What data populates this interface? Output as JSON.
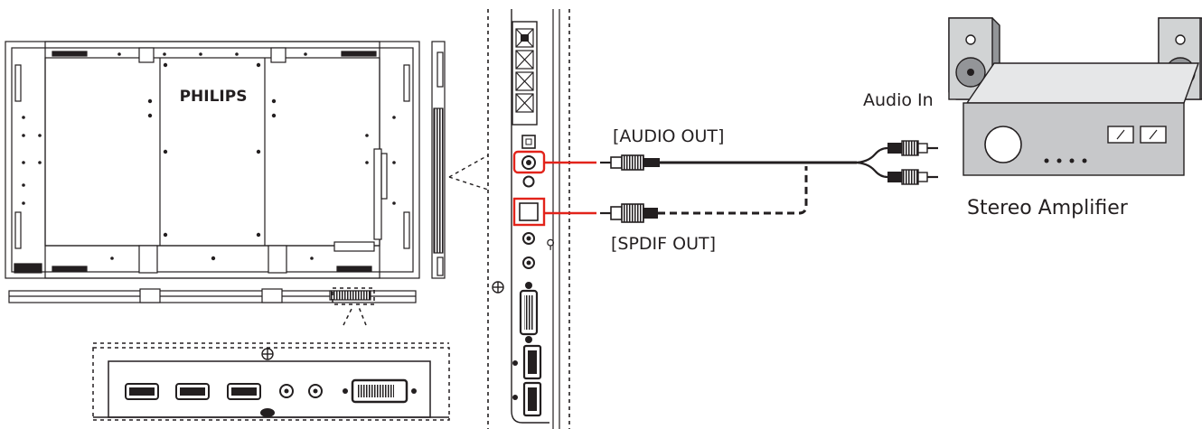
{
  "brand": {
    "logo_text": "PHILIPS"
  },
  "labels": {
    "audio_out": "[AUDIO OUT]",
    "spdif_out": "[SPDIF OUT]",
    "audio_in": "Audio In",
    "amplifier": "Stereo Amplifier"
  },
  "colors": {
    "line": "#231f20",
    "highlight_red": "#e2231a",
    "amp_gray": "#c7c8ca",
    "amp_dark": "#939598",
    "speaker_light": "#d1d3d4"
  },
  "icons": [
    "ground-symbol-icon",
    "hdmi-port-icon",
    "dvi-port-icon",
    "vga-port-icon",
    "rca-plug-icon",
    "optical-plug-icon",
    "speaker-icon",
    "amplifier-icon"
  ]
}
